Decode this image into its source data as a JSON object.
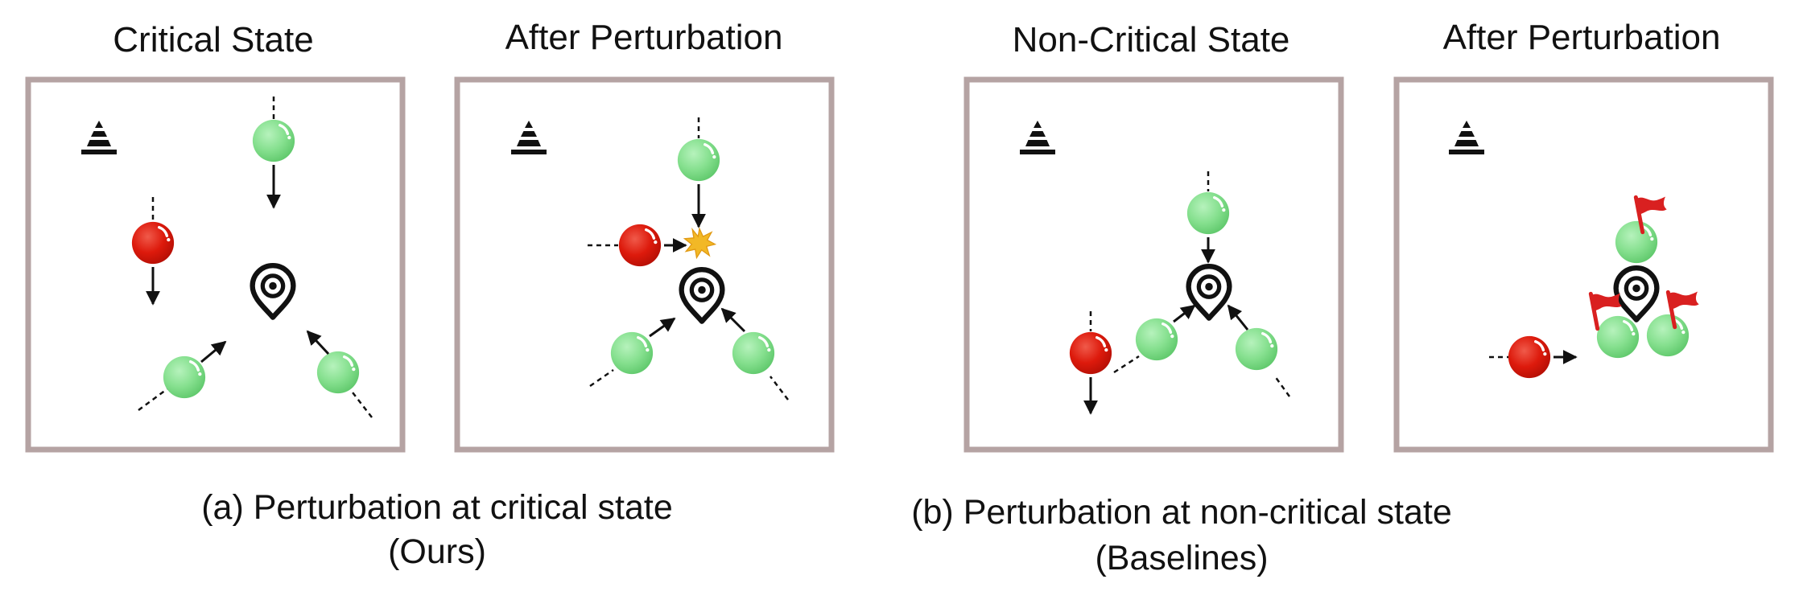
{
  "panels": [
    {
      "title": "Critical State"
    },
    {
      "title": "After Perturbation"
    },
    {
      "title": "Non-Critical State"
    },
    {
      "title": "After Perturbation"
    }
  ],
  "captions": {
    "a_line1": "(a) Perturbation at critical state",
    "a_line2": "(Ours)",
    "b_line1": "(b) Perturbation at non-critical state",
    "b_line2": "(Baselines)"
  },
  "colors": {
    "frame": "#b5a3a3",
    "agent_normal": "#86e08f",
    "agent_adversary": "#dd1a0c",
    "collision": "#f2b826",
    "flag": "#d92020"
  },
  "icons": [
    "landmark-cone-icon",
    "goal-pin-icon",
    "collision-burst-icon",
    "flag-icon"
  ]
}
